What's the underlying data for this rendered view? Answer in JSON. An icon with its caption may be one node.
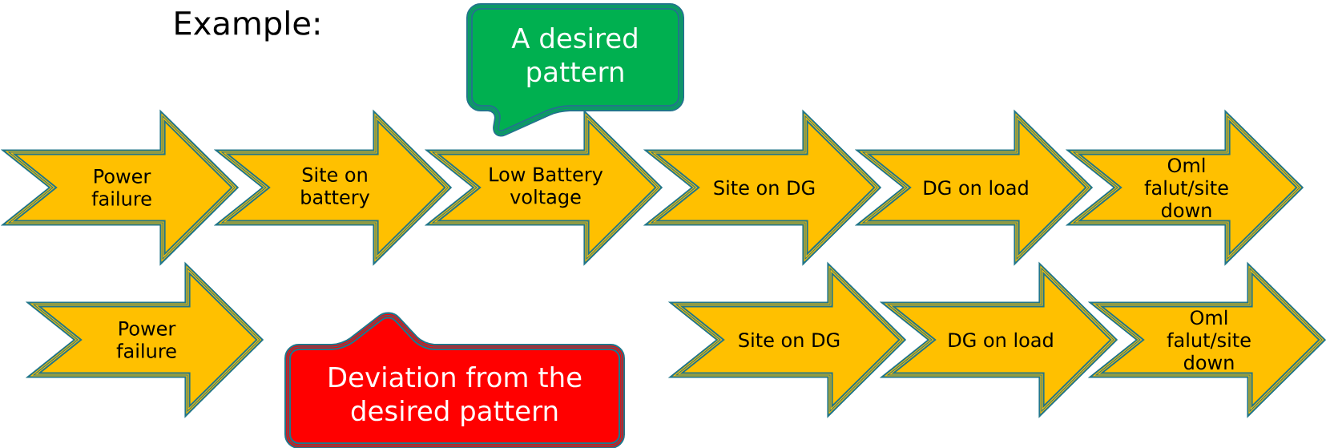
{
  "diagram": {
    "nodes": [
      {
        "text": [
          "A desired pattern"
        ]
      },
      {
        "text": [
          "Power failure"
        ]
      },
      {
        "text": [
          "Site on battery"
        ]
      },
      {
        "text": [
          "Low Battery voltage"
        ]
      },
      {
        "text": [
          "Site on DG"
        ]
      },
      {
        "text": [
          "DG on load"
        ]
      },
      {
        "text": [
          "Oml falut/site down"
        ]
      },
      {
        "text": [
          "Power failure"
        ]
      },
      {
        "text": [
          "Site on DG"
        ]
      },
      {
        "text": [
          "DG on load"
        ]
      },
      {
        "text": [
          "Oml falut/site down"
        ]
      },
      {
        "text": [
          "Deviation from the desired pattern"
        ]
      }
    ],
    "labels": [
      "Example:"
    ]
  }
}
